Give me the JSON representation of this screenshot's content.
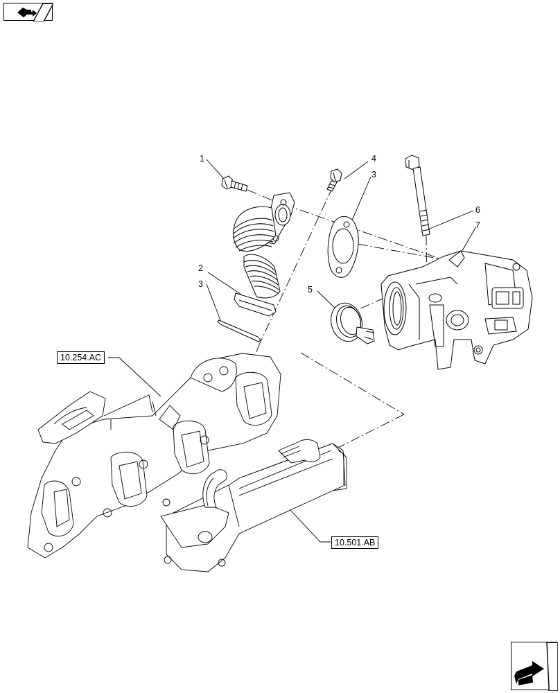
{
  "navigation": {
    "top_icon": "book-arrow-icon",
    "bottom_icon": "next-page-arrow-icon"
  },
  "callouts": [
    "1",
    "2",
    "3",
    "3",
    "4",
    "5",
    "6",
    "7"
  ],
  "references": {
    "exhaust_manifold": "10.254.AC",
    "egr_cooler": "10.501.AB"
  }
}
